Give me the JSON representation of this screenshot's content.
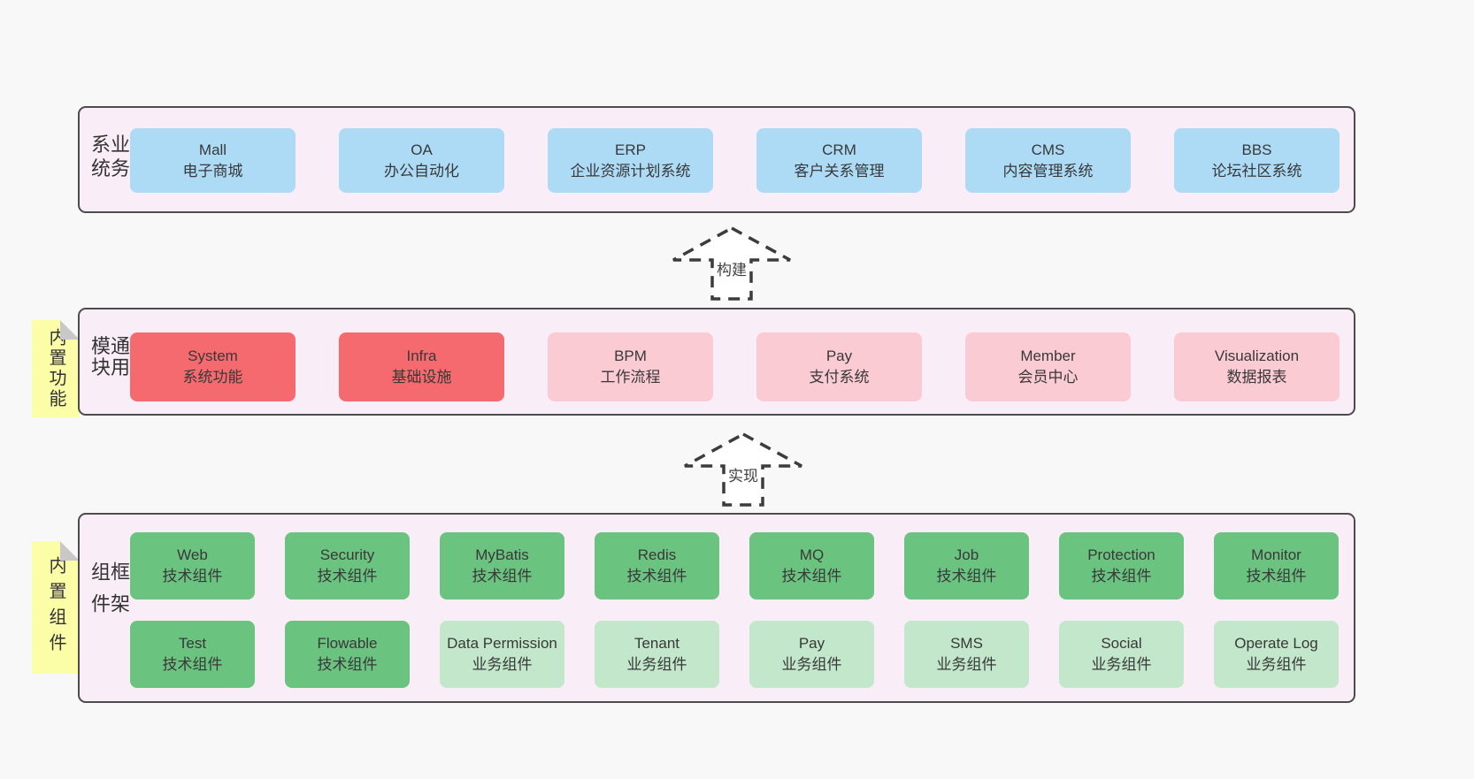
{
  "colors": {
    "page_bg": "#f8f8f8",
    "container_bg": "#f9eef7",
    "container_border": "#4c4c4c",
    "blue": "#addbf6",
    "red": "#f56a6e",
    "pink": "#fbcbd4",
    "green": "#6bc380",
    "light_green": "#c2e7cb",
    "note_yellow": "#fcfda7",
    "note_fold": "#c8c8c8",
    "text": "#383838"
  },
  "arrows": [
    {
      "label": "构建"
    },
    {
      "label": "实现"
    }
  ],
  "layers": [
    {
      "label": "业务系统",
      "boxes": [
        {
          "name": "Mall",
          "desc": "电子商城",
          "variant": "v-blue"
        },
        {
          "name": "OA",
          "desc": "办公自动化",
          "variant": "v-blue"
        },
        {
          "name": "ERP",
          "desc": "企业资源计划系统",
          "variant": "v-blue"
        },
        {
          "name": "CRM",
          "desc": "客户关系管理",
          "variant": "v-blue"
        },
        {
          "name": "CMS",
          "desc": "内容管理系统",
          "variant": "v-blue"
        },
        {
          "name": "BBS",
          "desc": "论坛社区系统",
          "variant": "v-blue"
        }
      ]
    },
    {
      "label": "通用模块",
      "note": "内置功能",
      "boxes": [
        {
          "name": "System",
          "desc": "系统功能",
          "variant": "v-red"
        },
        {
          "name": "Infra",
          "desc": "基础设施",
          "variant": "v-red"
        },
        {
          "name": "BPM",
          "desc": "工作流程",
          "variant": "v-pink"
        },
        {
          "name": "Pay",
          "desc": "支付系统",
          "variant": "v-pink"
        },
        {
          "name": "Member",
          "desc": "会员中心",
          "variant": "v-pink"
        },
        {
          "name": "Visualization",
          "desc": "数据报表",
          "variant": "v-pink"
        }
      ]
    },
    {
      "label": "框架组件",
      "note": "内置组件",
      "rows": [
        [
          {
            "name": "Web",
            "desc": "技术组件",
            "variant": "v-green"
          },
          {
            "name": "Security",
            "desc": "技术组件",
            "variant": "v-green"
          },
          {
            "name": "MyBatis",
            "desc": "技术组件",
            "variant": "v-green"
          },
          {
            "name": "Redis",
            "desc": "技术组件",
            "variant": "v-green"
          },
          {
            "name": "MQ",
            "desc": "技术组件",
            "variant": "v-green"
          },
          {
            "name": "Job",
            "desc": "技术组件",
            "variant": "v-green"
          },
          {
            "name": "Protection",
            "desc": "技术组件",
            "variant": "v-green"
          },
          {
            "name": "Monitor",
            "desc": "技术组件",
            "variant": "v-green"
          }
        ],
        [
          {
            "name": "Test",
            "desc": "技术组件",
            "variant": "v-green"
          },
          {
            "name": "Flowable",
            "desc": "技术组件",
            "variant": "v-green"
          },
          {
            "name": "Data Permission",
            "desc": "业务组件",
            "variant": "v-lightgreen"
          },
          {
            "name": "Tenant",
            "desc": "业务组件",
            "variant": "v-lightgreen"
          },
          {
            "name": "Pay",
            "desc": "业务组件",
            "variant": "v-lightgreen"
          },
          {
            "name": "SMS",
            "desc": "业务组件",
            "variant": "v-lightgreen"
          },
          {
            "name": "Social",
            "desc": "业务组件",
            "variant": "v-lightgreen"
          },
          {
            "name": "Operate Log",
            "desc": "业务组件",
            "variant": "v-lightgreen"
          }
        ]
      ]
    }
  ]
}
